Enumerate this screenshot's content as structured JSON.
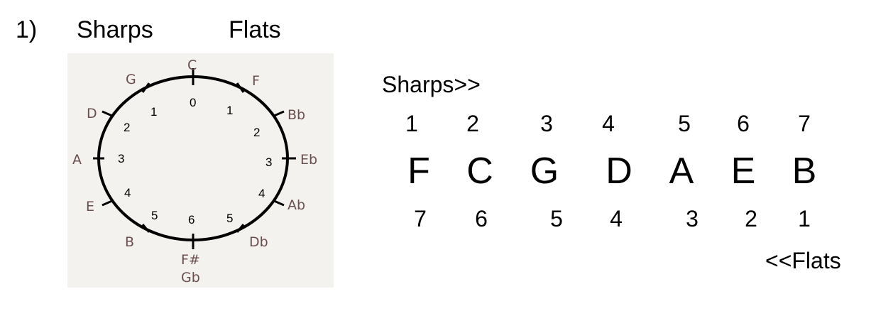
{
  "header": {
    "number": "1)",
    "sharps": "Sharps",
    "flats": "Flats"
  },
  "circle": {
    "notes": [
      "C",
      "F",
      "Bb",
      "Eb",
      "Ab",
      "Db",
      "F#",
      "Gb",
      "B",
      "E",
      "A",
      "D",
      "G"
    ],
    "numbers": [
      "0",
      "1",
      "2",
      "3",
      "4",
      "5",
      "6",
      "5",
      "4",
      "3",
      "2",
      "1"
    ]
  },
  "sequence": {
    "sharps_label": "Sharps>>",
    "flats_label": "<<Flats",
    "sharp_numbers": [
      "1",
      "2",
      "3",
      "4",
      "5",
      "6",
      "7"
    ],
    "letters": [
      "F",
      "C",
      "G",
      "D",
      "A",
      "E",
      "B"
    ],
    "flat_numbers": [
      "7",
      "6",
      "5",
      "4",
      "3",
      "2",
      "1"
    ]
  },
  "colors": {
    "note_text": "#6b4e4e",
    "panel_bg": "#f3f2ef"
  }
}
